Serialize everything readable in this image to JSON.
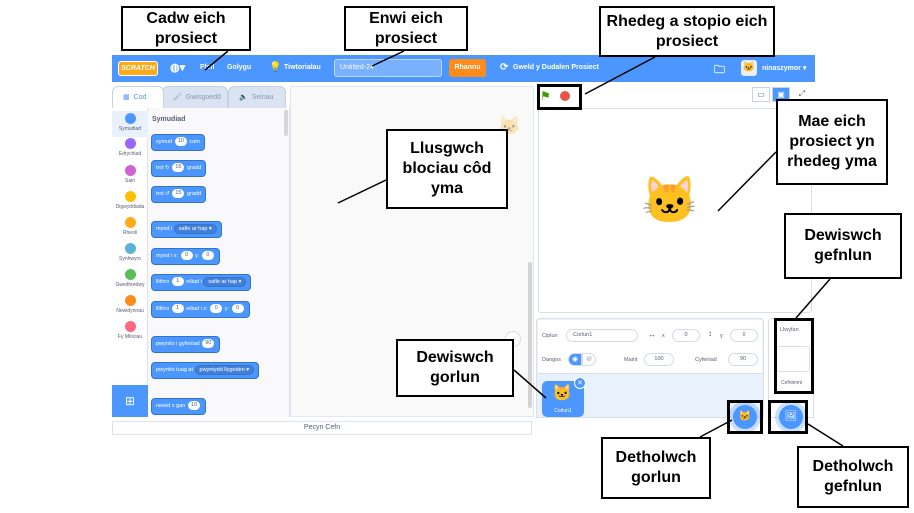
{
  "menubar": {
    "logo": "SCRATCH",
    "globe_icon": "globe-icon",
    "file": "Ffeil",
    "edit": "Golygu",
    "tutorials": "Tiwtorialau",
    "project_title": "Untitled-24",
    "share": "Rhannu",
    "see_project_page": "Gweld y Dudalen Prosiect",
    "username": "ninaszymor",
    "colors": {
      "bar": "#4c97ff",
      "share": "#ff8c1a"
    }
  },
  "tabs": [
    {
      "label": "Cod",
      "icon": "code-icon"
    },
    {
      "label": "Gwisgoedd",
      "icon": "brush-icon"
    },
    {
      "label": "Seinau",
      "icon": "speaker-icon"
    }
  ],
  "categories": [
    {
      "label": "Symudiad",
      "color": "#4c97ff"
    },
    {
      "label": "Edrychiad",
      "color": "#9966ff"
    },
    {
      "label": "Sain",
      "color": "#cf63cf"
    },
    {
      "label": "Digwyddiada",
      "color": "#ffbf00"
    },
    {
      "label": "Rheoli",
      "color": "#ffab19"
    },
    {
      "label": "Synhwyro",
      "color": "#5cb1d6"
    },
    {
      "label": "Gweithredwy",
      "color": "#59c059"
    },
    {
      "label": "Newidynnau",
      "color": "#ff8c1a"
    },
    {
      "label": "Fy Mlociau",
      "color": "#ff6680"
    }
  ],
  "palette": {
    "heading": "Symudiad",
    "blocks": {
      "move": {
        "pre": "symud",
        "val": "10",
        "post": "cam"
      },
      "turn_right": {
        "pre": "troi",
        "val": "15",
        "post": "gradd"
      },
      "turn_left": {
        "pre": "troi",
        "val": "15",
        "post": "gradd"
      },
      "goto": {
        "pre": "mynd i",
        "dd": "safle ar hap"
      },
      "goto_xy": {
        "pre": "mynd i x:",
        "x": "0",
        "mid": "y:",
        "y": "0"
      },
      "glide": {
        "pre": "llithro",
        "val": "1",
        "mid": "eiliad i",
        "dd": "safle ar hap"
      },
      "glide_xy": {
        "pre": "llithro",
        "val": "1",
        "mid": "eiliad i x:",
        "x": "0",
        "mid2": "y:",
        "y": "0"
      },
      "point_dir": {
        "pre": "pwyntio i gyfeiriad",
        "val": "90"
      },
      "point_towards": {
        "pre": "pwyntio tuag at",
        "dd": "pwyntydd llygoden"
      },
      "change_x": {
        "pre": "newid x gan",
        "val": "10"
      }
    }
  },
  "backpack": "Pecyn Cefn",
  "sprite_info": {
    "sprite_label": "Ciplun",
    "sprite_name": "Corlun1",
    "x_label": "x",
    "x_value": "0",
    "y_label": "y",
    "y_value": "0",
    "show_label": "Dangos",
    "size_label": "Maint",
    "size_value": "100",
    "direction_label": "Cyfeiriad",
    "direction_value": "90"
  },
  "sprite_thumb": {
    "name": "Corlun1"
  },
  "stage_pane": {
    "title": "Llwyfan",
    "backdrops_label": "Cefnlenni"
  },
  "callouts": {
    "save": "Cadw eich prosiect",
    "name": "Enwi eich prosiect",
    "run_stop": "Rhedeg a stopio eich prosiect",
    "drag_code": "Llusgwch blociau côd yma",
    "runs_here": "Mae eich prosiect yn rhedeg yma",
    "choose_backdrop": "Dewiswch gefnlun",
    "choose_sprite": "Dewiswch gorlun",
    "select_sprite": "Detholwch gorlun",
    "select_backdrop": "Detholwch gefnlun"
  }
}
